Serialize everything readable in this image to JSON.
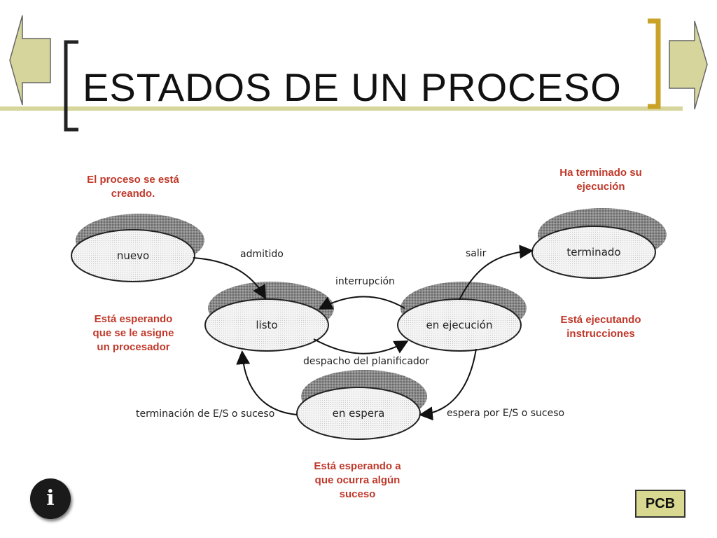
{
  "slide": {
    "title": "ESTADOS DE UN PROCESO",
    "colors": {
      "bracket": "#c9a227",
      "nav_arrow": "#d6d69c",
      "note_text": "#c0392b",
      "pcb_fill": "#d8d890"
    },
    "nav": {
      "prev_icon": "left-arrow-icon",
      "next_icon": "right-arrow-icon"
    }
  },
  "diagram": {
    "states": {
      "nuevo": "nuevo",
      "listo": "listo",
      "ejecucion": "en ejecución",
      "terminado": "terminado",
      "espera": "en espera"
    },
    "transitions": {
      "admitido": "admitido",
      "interrupcion": "interrupción",
      "despacho": "despacho del planificador",
      "salir": "salir",
      "espera_es": "espera por E/S o suceso",
      "terminacion_es": "terminación de E/S o suceso"
    },
    "notes": {
      "nuevo": [
        "El proceso se está",
        "creando."
      ],
      "terminado": [
        "Ha terminado su",
        "ejecución"
      ],
      "listo": [
        "Está esperando",
        "que se le asigne",
        "un procesador"
      ],
      "ejecucion": [
        "Está ejecutando",
        "instrucciones"
      ],
      "espera": [
        "Está esperando a",
        "que ocurra algún",
        "suceso"
      ]
    }
  },
  "buttons": {
    "info_label": "i",
    "pcb_label": "PCB"
  }
}
